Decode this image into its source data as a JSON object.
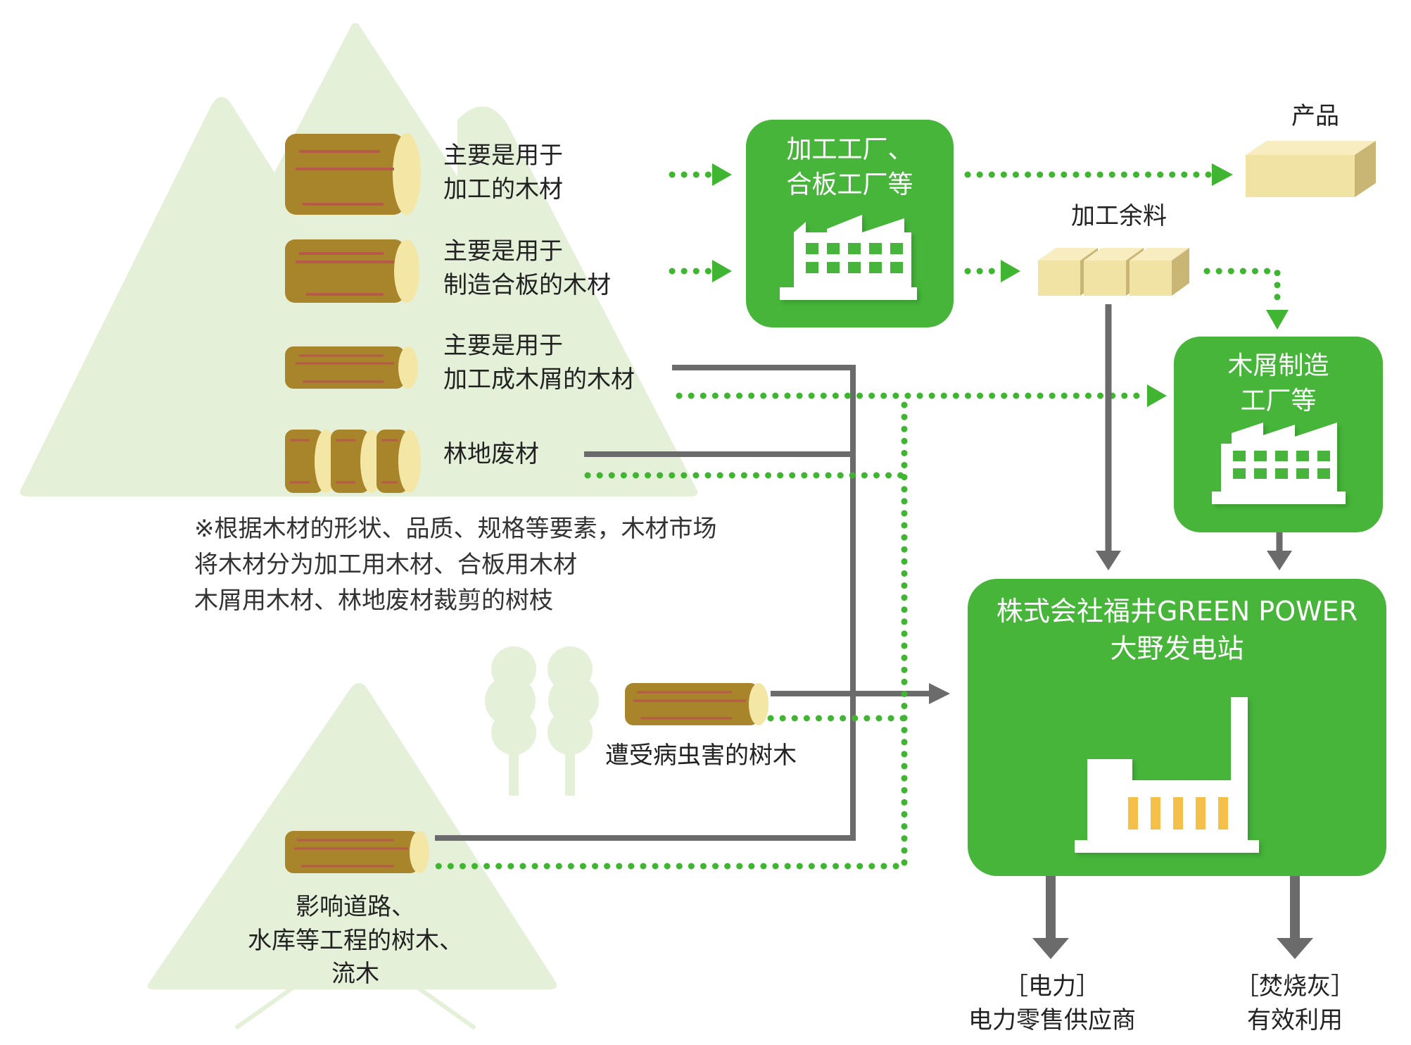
{
  "colors": {
    "green": "#46b53a",
    "dotted_green": "#3fb531",
    "mountain_fill": "#e5f0d9",
    "log_body": "#a8842a",
    "log_end": "#f4e7a6",
    "log_stripe": "#b85a4a",
    "gray_arrow": "#6b6b6b",
    "product_block": "#f1e3a3",
    "furnace_yellow": "#f5c04a"
  },
  "logs": {
    "log1": [
      "主要是用于",
      "加工的木材"
    ],
    "log2": [
      "主要是用于",
      "制造合板的木材"
    ],
    "log3": [
      "主要是用于",
      "加工成木屑的木材"
    ],
    "log4": "林地废材"
  },
  "note": [
    "※根据木材的形状、品质、规格等要素，木材市场",
    "将木材分为加工用木材、合板用木材",
    "木屑用木材、林地废材裁剪的树枝"
  ],
  "diseased": "遭受病虫害的树木",
  "road": [
    "影响道路、",
    "水库等工程的树木、",
    "流木"
  ],
  "factory_processing": [
    "加工工厂、",
    "合板工厂等"
  ],
  "product": "产品",
  "leftover": "加工余料",
  "chip_factory": [
    "木屑制造",
    "工厂等"
  ],
  "plant": [
    "株式会社福井GREEN POWER",
    "大野发电站"
  ],
  "outputs": {
    "power": [
      "［电力］",
      "电力零售供应商"
    ],
    "ash": [
      "［焚烧灰］",
      "有效利用"
    ]
  },
  "icons": [
    "log-icon",
    "factory-icon",
    "power-plant-icon",
    "tree-icon",
    "product-block-icon"
  ]
}
